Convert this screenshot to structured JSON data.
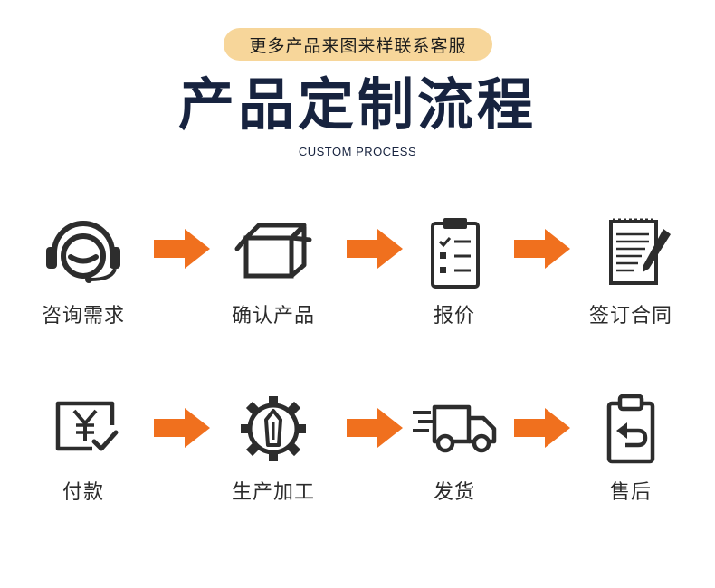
{
  "banner": {
    "pill_text": "更多产品来图来样联系客服"
  },
  "heading": {
    "title": "产品定制流程",
    "subtitle": "CUSTOM PROCESS"
  },
  "accent_color": "#f0701e",
  "steps": [
    {
      "label": "咨询需求",
      "icon": "headset-icon"
    },
    {
      "label": "确认产品",
      "icon": "box-icon"
    },
    {
      "label": "报价",
      "icon": "clipboard-checklist-icon"
    },
    {
      "label": "签订合同",
      "icon": "contract-pen-icon"
    },
    {
      "label": "付款",
      "icon": "yuan-payment-icon"
    },
    {
      "label": "生产加工",
      "icon": "gear-tool-icon"
    },
    {
      "label": "发货",
      "icon": "delivery-truck-icon"
    },
    {
      "label": "售后",
      "icon": "return-clipboard-icon"
    }
  ]
}
